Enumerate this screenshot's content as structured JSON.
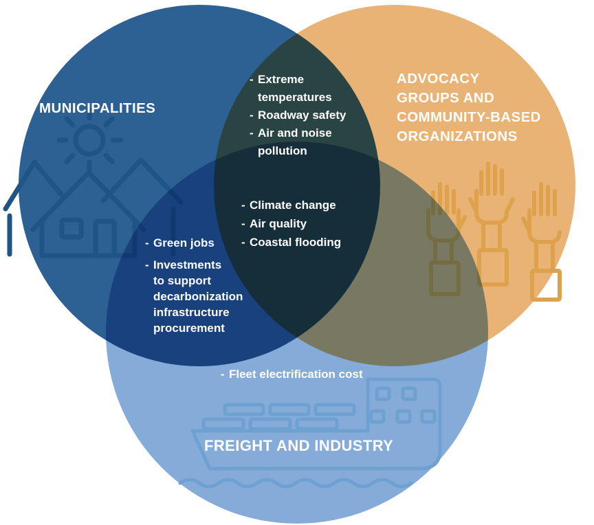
{
  "bullet": "-",
  "colors": {
    "municipalities_fill": "#2D6093",
    "advocacy_fill": "#E8B374",
    "freight_fill": "#85ACD9",
    "municipalities_advocacy_overlap": "#294344",
    "municipalities_freight_overlap": "#17407D",
    "advocacy_freight_overlap": "#7A7862",
    "all_three_overlap": "#152D39",
    "text": "#FFFFFF",
    "background": "#FFFFFF",
    "municipalities_icon_stroke": "#1E5486",
    "advocacy_icon_stroke": "#DFA24C",
    "freight_icon_stroke": "#6FA0D2"
  },
  "circles": {
    "municipalities": {
      "label": "MUNICIPALITIES",
      "icon": "sun-and-houses"
    },
    "advocacy": {
      "label": "ADVOCACY\nGROUPS AND\nCOMMUNITY-BASED\nORGANIZATIONS",
      "icon": "raised-hands"
    },
    "freight": {
      "label": "FREIGHT AND INDUSTRY",
      "icon": "cargo-ship-and-waves",
      "items": [
        "Fleet electrification cost"
      ]
    }
  },
  "overlaps": {
    "municipalities_advocacy": {
      "items": [
        "Extreme\ntemperatures",
        "Roadway safety",
        "Air and noise\npollution"
      ]
    },
    "municipalities_freight": {
      "items": [
        "Green jobs",
        "Investments\nto support\ndecarbonization\ninfrastructure\nprocurement"
      ]
    },
    "advocacy_freight": {
      "items": []
    },
    "all_three": {
      "items": [
        "Climate change",
        "Air quality",
        "Coastal flooding"
      ]
    }
  }
}
